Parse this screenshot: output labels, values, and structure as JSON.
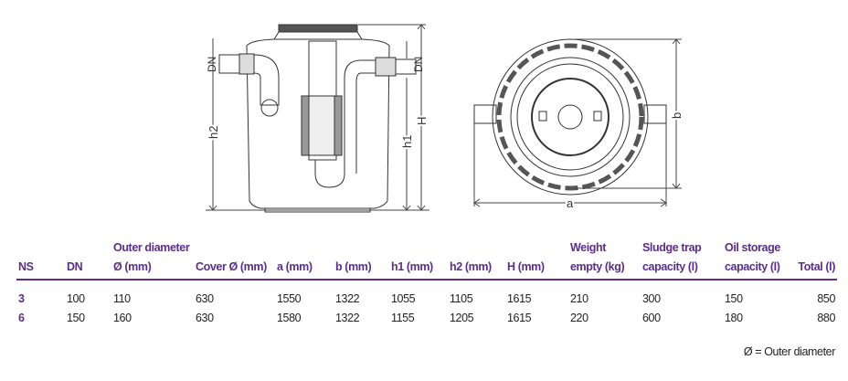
{
  "diagram_labels": {
    "dn_left": "DN",
    "dn_right": "DN",
    "h2": "h2",
    "h1": "h1",
    "H": "H",
    "a": "a",
    "b": "b"
  },
  "table": {
    "headers": [
      {
        "l1": "",
        "l2": "NS"
      },
      {
        "l1": "",
        "l2": "DN"
      },
      {
        "l1": "Outer diameter",
        "l2": "Ø (mm)"
      },
      {
        "l1": "",
        "l2": "Cover Ø (mm)"
      },
      {
        "l1": "",
        "l2": "a (mm)"
      },
      {
        "l1": "",
        "l2": "b (mm)"
      },
      {
        "l1": "",
        "l2": "h1 (mm)"
      },
      {
        "l1": "",
        "l2": "h2 (mm)"
      },
      {
        "l1": "",
        "l2": "H (mm)"
      },
      {
        "l1": "Weight",
        "l2": "empty (kg)"
      },
      {
        "l1": "Sludge trap",
        "l2": "capacity (l)"
      },
      {
        "l1": "Oil storage",
        "l2": "capacity (l)"
      },
      {
        "l1": "",
        "l2": "Total (l)"
      }
    ],
    "rows": [
      [
        "3",
        "100",
        "110",
        "630",
        "1550",
        "1322",
        "1055",
        "1105",
        "1615",
        "210",
        "300",
        "150",
        "850"
      ],
      [
        "6",
        "150",
        "160",
        "630",
        "1580",
        "1322",
        "1155",
        "1205",
        "1615",
        "220",
        "600",
        "180",
        "880"
      ]
    ]
  },
  "footnote": "Ø = Outer diameter",
  "colors": {
    "accent": "#5b2d8e"
  }
}
